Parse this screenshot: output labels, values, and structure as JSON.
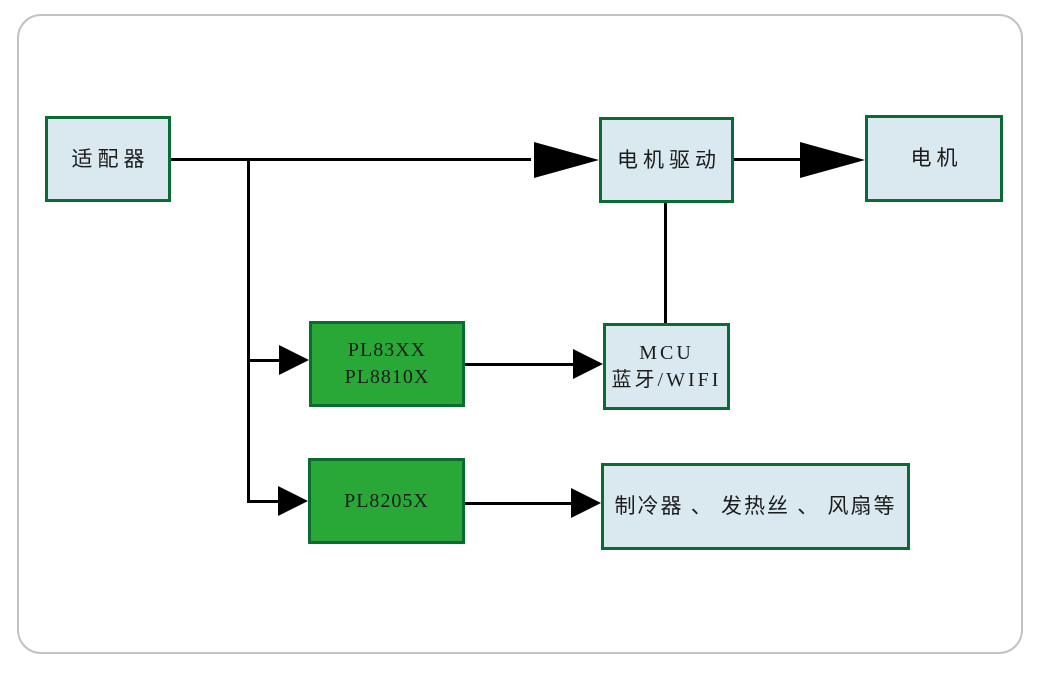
{
  "diagram": {
    "nodes": {
      "adapter": {
        "label": "适配器"
      },
      "motor_drive": {
        "label": "电机驱动"
      },
      "motor": {
        "label": "电机"
      },
      "pl83": {
        "line1": "PL83XX",
        "line2": "PL8810X"
      },
      "mcu": {
        "line1": "MCU",
        "line2": "蓝牙/WIFI"
      },
      "pl8205": {
        "label": "PL8205X"
      },
      "loads": {
        "label": "制冷器 、 发热丝 、 风扇等"
      }
    },
    "edges": [
      {
        "from": "adapter",
        "to": "motor_drive",
        "type": "arrow"
      },
      {
        "from": "motor_drive",
        "to": "motor",
        "type": "arrow"
      },
      {
        "from": "motor_drive",
        "to": "mcu",
        "type": "line"
      },
      {
        "from": "adapter",
        "to": "pl83",
        "type": "arrow"
      },
      {
        "from": "pl83",
        "to": "mcu",
        "type": "arrow"
      },
      {
        "from": "adapter",
        "to": "pl8205",
        "type": "arrow"
      },
      {
        "from": "pl8205",
        "to": "loads",
        "type": "arrow"
      }
    ],
    "colors": {
      "box_fill_light": "#d9e9ef",
      "box_fill_green": "#29a838",
      "box_border": "#0c6b32",
      "connector": "#000000",
      "frame_border": "#c2c2c2",
      "background": "#ffffff",
      "text": "#1c1c1c"
    }
  }
}
